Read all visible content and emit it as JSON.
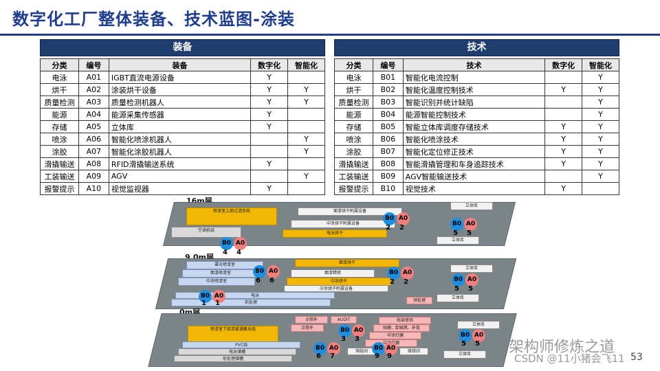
{
  "title": "数字化工厂整体装备、技术蓝图-涂装",
  "equipment": {
    "header": "装备",
    "columns": [
      "分类",
      "编号",
      "装备",
      "数字化",
      "智能化"
    ],
    "rows": [
      [
        "电泳",
        "A01",
        "IGBT直流电源设备",
        "Y",
        ""
      ],
      [
        "烘干",
        "A02",
        "涂装烘干设备",
        "Y",
        "Y"
      ],
      [
        "质量检测",
        "A03",
        "质量检测机器人",
        "Y",
        "Y"
      ],
      [
        "能源",
        "A04",
        "能源采集传感器",
        "Y",
        ""
      ],
      [
        "存储",
        "A05",
        "立体库",
        "Y",
        ""
      ],
      [
        "喷涂",
        "A06",
        "智能化喷涂机器人",
        "",
        "Y"
      ],
      [
        "涂胶",
        "A07",
        "智能化涂胶机器人",
        "",
        "Y"
      ],
      [
        "滑撬输送",
        "A08",
        "RFID滑撬输送系统",
        "Y",
        ""
      ],
      [
        "工装输送",
        "A09",
        "AGV",
        "",
        "Y"
      ],
      [
        "报警提示",
        "A10",
        "视觉监视器",
        "Y",
        ""
      ]
    ]
  },
  "technology": {
    "header": "技术",
    "columns": [
      "分类",
      "编号",
      "技术",
      "数字化",
      "智能化"
    ],
    "rows": [
      [
        "电泳",
        "B01",
        "智能化电流控制",
        "",
        "Y"
      ],
      [
        "烘干",
        "B02",
        "智能化温度控制技术",
        "Y",
        "Y"
      ],
      [
        "质量检测",
        "B03",
        "智能识别并统计缺陷",
        "",
        "Y"
      ],
      [
        "能源",
        "B04",
        "能源智能控制技术",
        "",
        "Y"
      ],
      [
        "存储",
        "B05",
        "智能立体库调度存储技术",
        "Y",
        "Y"
      ],
      [
        "喷涂",
        "B06",
        "智能化喷涂技术",
        "Y",
        "Y"
      ],
      [
        "涂胶",
        "B07",
        "智能化定位修正技术",
        "Y",
        "Y"
      ],
      [
        "滑撬输送",
        "B08",
        "智能滑撬管理和车身追踪技术",
        "Y",
        "Y"
      ],
      [
        "工装输送",
        "B09",
        "AGV智能输送技术",
        "",
        "Y"
      ],
      [
        "报警提示",
        "B10",
        "视觉技术",
        "Y",
        ""
      ]
    ]
  },
  "diagram": {
    "layer16": "16m层",
    "layer9": "9.0m层",
    "layer0": "0m层",
    "labels16": [
      "喷漆室上部过滤系统",
      "空调机组",
      "面漆烘干附属设备",
      "中涂烘干附属设备",
      "电泳烘干",
      "立体库",
      "立体库"
    ],
    "labels9": [
      "罩光喷漆室",
      "面漆喷漆室",
      "中涂喷漆室",
      "面漆烘干",
      "面漆精修",
      "中涂烘干",
      "中涂烘干附属设备",
      "电泳",
      "前处理",
      "预处理",
      "立体库",
      "立体库"
    ],
    "labels0": [
      "喷漆室下部漆雾捕集系统",
      "点修补",
      "点修补",
      "AUDIT",
      "线束修饰",
      "贴膜、卸裙具、补投",
      "中涂打磨",
      "中涂打磨",
      "PVC线",
      "电泳储槽",
      "前处理储槽",
      "供胶间",
      "维修间",
      "立体库",
      "立体库"
    ],
    "bubbles": [
      {
        "b": "B0",
        "a": "A0",
        "n1": "2",
        "n2": "2"
      },
      {
        "b": "B0",
        "a": "A0",
        "n1": "5",
        "n2": "5"
      },
      {
        "b": "B0",
        "a": "A0",
        "n1": "4",
        "n2": "4"
      },
      {
        "b": "B0",
        "a": "A0",
        "n1": "6",
        "n2": "6"
      },
      {
        "b": "B0",
        "a": "A0",
        "n1": "2",
        "n2": "2"
      },
      {
        "b": "B0",
        "a": "A0",
        "n1": "5",
        "n2": "5"
      },
      {
        "b": "B0",
        "a": "A0",
        "n1": "1",
        "n2": "1"
      },
      {
        "b": "B0",
        "a": "A0",
        "n1": "3",
        "n2": "3"
      },
      {
        "b": "B0",
        "a": "A0",
        "n1": "5",
        "n2": "5"
      },
      {
        "b": "B0",
        "a": "A0",
        "n1": "6",
        "n2": "7"
      },
      {
        "b": "B0",
        "a": "A0",
        "n1": "9",
        "n2": "9"
      }
    ]
  },
  "watermark": "架构师修炼之道",
  "credit": "CSDN @11小猪会飞11",
  "page_number": "53",
  "colors": {
    "title": "#1f3d8c",
    "table_header": "#1f3d6e",
    "bubble_b": "#1e8fe0",
    "bubble_a": "#f08080",
    "box_yellow": "#f2b705"
  }
}
